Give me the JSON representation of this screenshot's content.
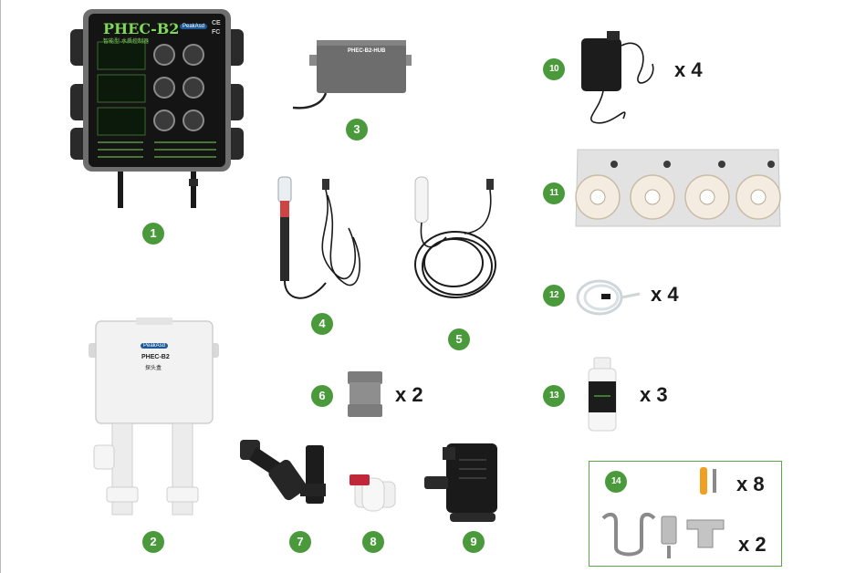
{
  "controller": {
    "brand": "PHEC-B2",
    "subtitle": "智能型·水质控制器",
    "logo_text": "PeakAsd",
    "cert_marks": [
      "CE",
      "FC"
    ]
  },
  "sensor_hub": {
    "label": "PHEC-B2-HUB"
  },
  "probe_box": {
    "logo_text": "PeakAsd",
    "model": "PHEC-B2",
    "sub": "探头盒"
  },
  "items": [
    {
      "number": "1",
      "quantity": ""
    },
    {
      "number": "2",
      "quantity": ""
    },
    {
      "number": "3",
      "quantity": ""
    },
    {
      "number": "4",
      "quantity": ""
    },
    {
      "number": "5",
      "quantity": ""
    },
    {
      "number": "6",
      "quantity": "x 2"
    },
    {
      "number": "7",
      "quantity": ""
    },
    {
      "number": "8",
      "quantity": ""
    },
    {
      "number": "9",
      "quantity": ""
    },
    {
      "number": "10",
      "quantity": "x 4"
    },
    {
      "number": "11",
      "quantity": ""
    },
    {
      "number": "12",
      "quantity": "x 4"
    },
    {
      "number": "13",
      "quantity": "x 3"
    },
    {
      "number": "14",
      "quantity": "x 8",
      "quantity_2": "x 2"
    }
  ],
  "colors": {
    "badge_green": "#4a9a3c",
    "controller_body": "#1c1c1c",
    "frame_grey": "#7a7a7a",
    "accent_green": "#7ed957"
  }
}
